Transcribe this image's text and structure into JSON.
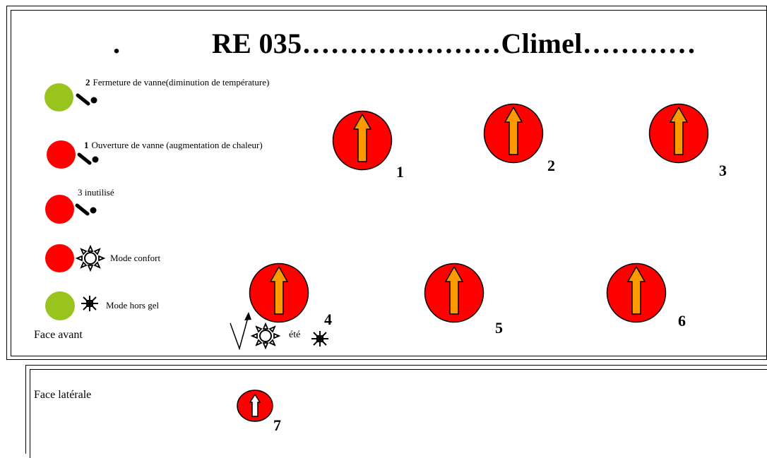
{
  "header": {
    "dot": ".",
    "title": "RE 035…………………Climel…………"
  },
  "indicators": [
    {
      "number": "2",
      "label": "Fermeture de vanne(diminution de température)",
      "color": "#99c31d",
      "icon": "valve-icon"
    },
    {
      "number": "1",
      "label": "Ouverture de vanne (augmentation de chaleur)",
      "color": "#ff0000",
      "icon": "valve-icon"
    },
    {
      "number": "",
      "label": "3 inutilisé",
      "color": "#ff0000",
      "icon": "valve-icon"
    },
    {
      "number": "",
      "label": "Mode confort",
      "color": "#ff0000",
      "icon": "sun-icon"
    },
    {
      "number": "",
      "label": "Mode hors gel",
      "color": "#99c31d",
      "icon": "snowflake-icon"
    }
  ],
  "front_label": "Face avant",
  "side_label": "Face latérale",
  "switch_labels": {
    "s1": "1",
    "s2": "2",
    "s3": "3",
    "s4": "4",
    "s5": "5",
    "s6": "6",
    "s7": "7"
  },
  "summer_label": "été",
  "colors": {
    "knob_fill": "#ff0000",
    "arrow_fill": "#ff9900",
    "led_green": "#99c31d",
    "led_red": "#ff0000"
  }
}
